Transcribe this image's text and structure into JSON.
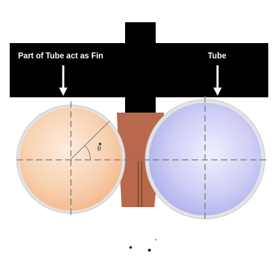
{
  "labels": {
    "fin": "Part of Tube act as Fin",
    "tube": "Tube"
  },
  "symbols": {
    "theta": "θ"
  },
  "colors": {
    "banner": "#000000",
    "label_text": "#ffffff",
    "left_tube_fill": "#f6c9a4",
    "right_tube_fill": "#c9c9f2",
    "fin_web": "#b8694c",
    "tube_wall": "#d6d6d6",
    "centerline": "#777777"
  },
  "icons": {
    "arrow": "down-arrow-icon"
  }
}
